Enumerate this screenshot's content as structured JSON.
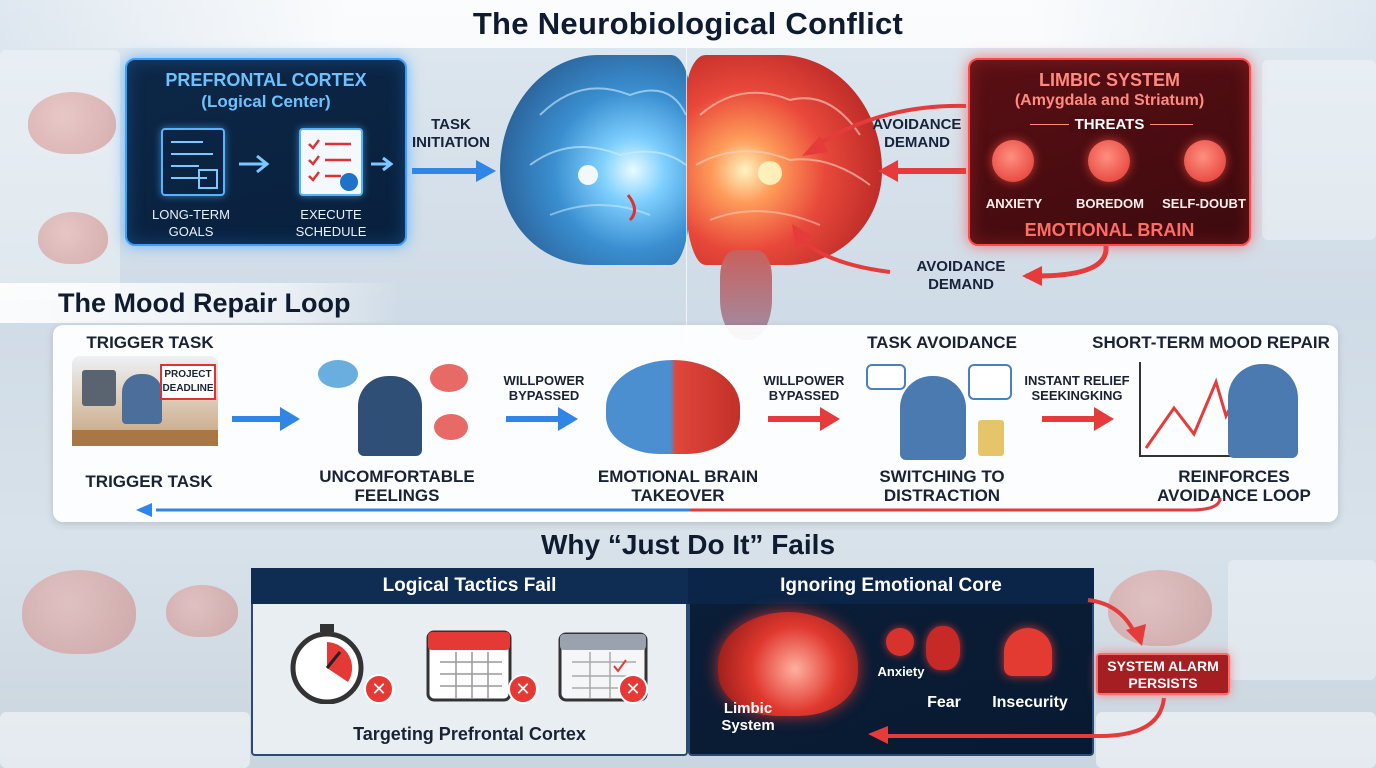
{
  "conflict": {
    "title": "The Neurobiological Conflict",
    "prefrontal": {
      "title_line1": "PREFRONTAL CORTEX",
      "title_line2": "(Logical Center)",
      "goals_label_1": "LONG-TERM",
      "goals_label_2": "GOALS",
      "schedule_label_1": "EXECUTE",
      "schedule_label_2": "SCHEDULE"
    },
    "task_initiation_1": "TASK",
    "task_initiation_2": "INITIATION",
    "avoidance_demand_upper_1": "AVOIDANCE",
    "avoidance_demand_upper_2": "DEMAND",
    "avoidance_demand_lower_1": "AVOIDANCE",
    "avoidance_demand_lower_2": "DEMAND",
    "limbic": {
      "title_line1": "LIMBIC SYSTEM",
      "title_line2": "(Amygdala and Striatum)",
      "threats_label": "THREATS",
      "threats": [
        "ANXIETY",
        "BOREDOM",
        "SELF-DOUBT"
      ],
      "footer": "EMOTIONAL BRAIN"
    }
  },
  "loop": {
    "title": "The Mood Repair Loop",
    "trigger_head": "TRIGGER TASK",
    "trigger_sign_1": "PROJECT",
    "trigger_sign_2": "DEADLINE",
    "trigger_foot": "TRIGGER TASK",
    "uncomfortable_1": "UNCOMFORTABLE",
    "uncomfortable_2": "FEELINGS",
    "willpower_1_a": "WILLPOWER",
    "willpower_1_b": "BYPASSED",
    "takeover_1": "EMOTIONAL BRAIN",
    "takeover_2": "TAKEOVER",
    "willpower_2_a": "WILLPOWER",
    "willpower_2_b": "BYPASSED",
    "avoidance_head": "TASK AVOIDANCE",
    "switching_1": "SWITCHING TO",
    "switching_2": "DISTRACTION",
    "relief_1": "INSTANT RELIEF",
    "relief_2": "SEEKINGKING",
    "repair_head": "SHORT-TERM MOOD REPAIR",
    "reinforces_1": "REINFORCES",
    "reinforces_2": "AVOIDANCE LOOP"
  },
  "why": {
    "title": "Why “Just Do It” Fails",
    "logical_head": "Logical Tactics Fail",
    "logical_foot": "Targeting Prefrontal Cortex",
    "emotional_head": "Ignoring Emotional Core",
    "limbic_1": "Limbic",
    "limbic_2": "System",
    "anxiety": "Anxiety",
    "fear": "Fear",
    "insecurity": "Insecurity",
    "alarm_1": "SYSTEM ALARM",
    "alarm_2": "PERSISTS",
    "x_mark": "✕"
  },
  "colors": {
    "logic_blue": "#39a0ff",
    "emotion_red": "#ff4a4a",
    "navy": "#0f2d52"
  }
}
